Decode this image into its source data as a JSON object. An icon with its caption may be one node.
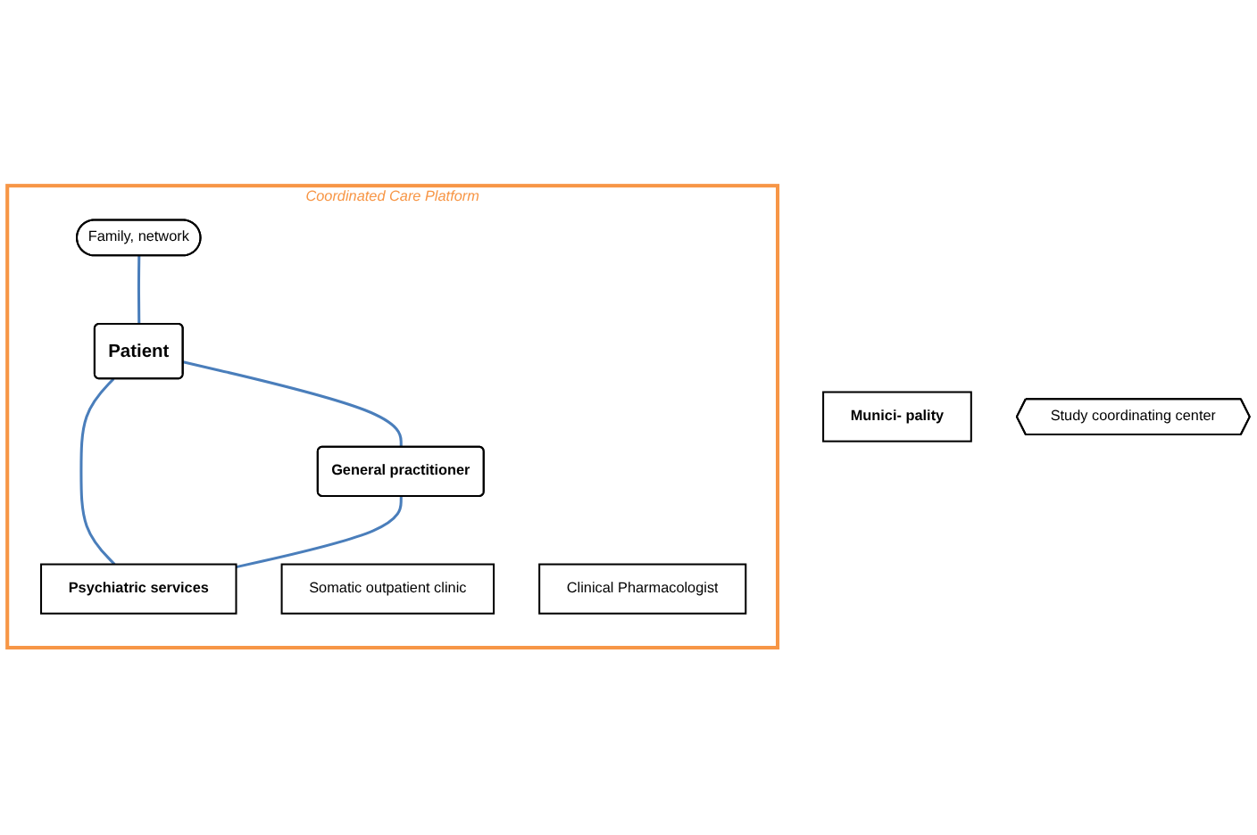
{
  "diagram": {
    "nodes": [
      {
        "text": [
          "Coordinated Care Platform"
        ]
      },
      {
        "text": [
          "Family, network"
        ],
        "in": 0
      },
      {
        "text": [
          "Somatic outpatient clinic"
        ],
        "in": 0
      },
      {
        "text": [
          "Patient"
        ],
        "in": 0
      },
      {
        "text": [
          "General practitioner"
        ],
        "in": 0
      },
      {
        "text": [
          "Psychiatric services"
        ],
        "in": 0
      },
      {
        "text": [
          "Clinical Pharmacologist"
        ],
        "in": 0
      },
      {
        "text": [
          "Munici- pality"
        ]
      },
      {
        "text": [
          "Study coordinating center"
        ]
      }
    ],
    "edges": [
      {
        "from": 1,
        "to": 3,
        "arrow": "none"
      },
      {
        "from": 3,
        "to": 4,
        "arrow": "none"
      },
      {
        "from": 3,
        "to": 5,
        "arrow": "none"
      },
      {
        "from": 4,
        "to": 5,
        "arrow": "none"
      }
    ]
  }
}
